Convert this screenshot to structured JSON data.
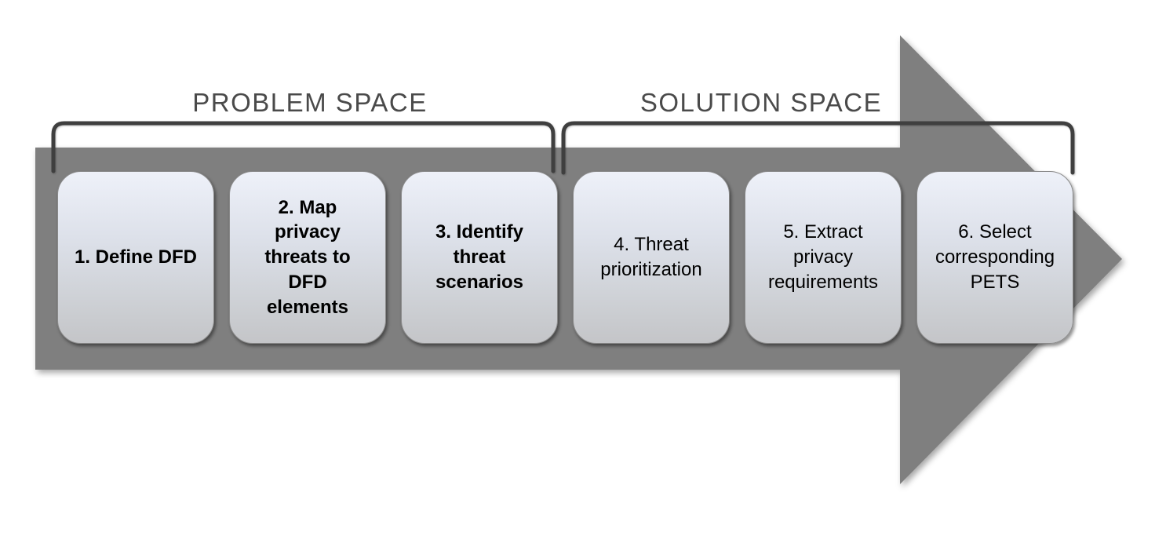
{
  "diagram": {
    "sections": [
      {
        "label": "PROBLEM SPACE"
      },
      {
        "label": "SOLUTION SPACE"
      }
    ],
    "steps": [
      {
        "label": "1. Define DFD"
      },
      {
        "label": "2. Map\nprivacy\nthreats to\nDFD\nelements"
      },
      {
        "label": "3. Identify\nthreat\nscenarios"
      },
      {
        "label": "4. Threat\nprioritization"
      },
      {
        "label": "5. Extract\nprivacy\nrequirements"
      },
      {
        "label": "6. Select\ncorresponding\nPETS"
      }
    ],
    "colors": {
      "arrow": "#7f7f7f",
      "bracket": "#3f3f3f",
      "label_text": "#4a4a4a",
      "box_top": "#eef1f9",
      "box_bottom": "#c4c5c8",
      "box_border": "#8a8a8a",
      "box_text": "#000000"
    }
  }
}
